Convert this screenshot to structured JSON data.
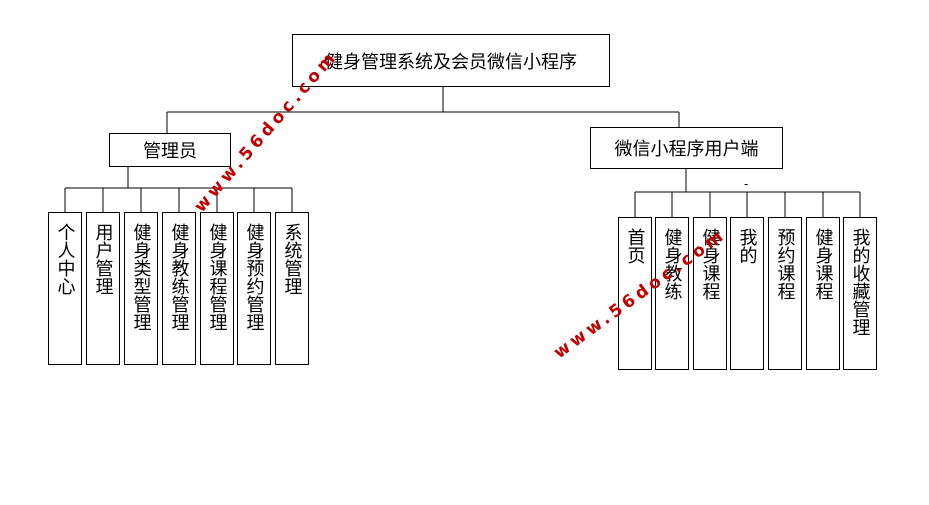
{
  "root": {
    "label": "健身管理系统及会员微信小程序"
  },
  "admin": {
    "label": "管理员",
    "children": [
      "个人中心",
      "用户管理",
      "健身类型管理",
      "健身教练管理",
      "健身课程管理",
      "健身预约管理",
      "系统管理"
    ]
  },
  "wechat": {
    "label": "微信小程序用户端",
    "children": [
      "首页",
      "健身教练",
      "健身课程",
      "我的",
      "预约课程",
      "健身课程",
      "我的收藏管理"
    ]
  },
  "watermark": {
    "text": "www.56doc.com"
  },
  "colors": {
    "line": "#000000",
    "watermark": "#c00000"
  }
}
